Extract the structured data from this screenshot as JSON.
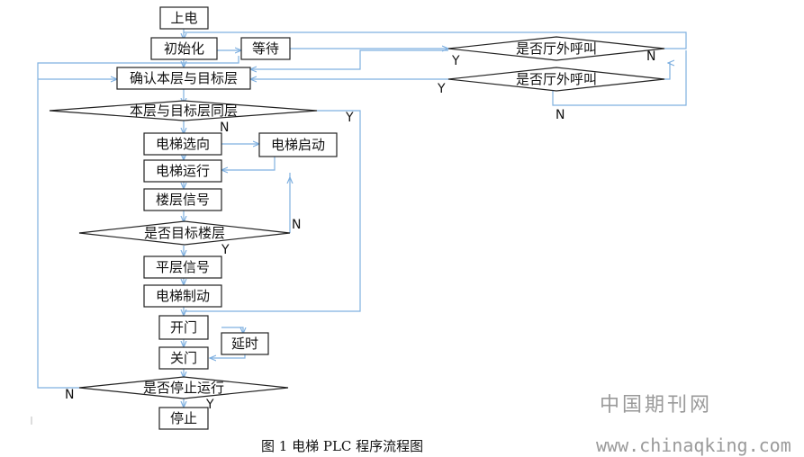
{
  "diagram": {
    "nodes": {
      "power_on": "上电",
      "init": "初始化",
      "wait": "等待",
      "confirm_floor": "确认本层与目标层",
      "same_floor": "本层与目标层同层",
      "hall_call_1": "是否厅外呼叫",
      "hall_call_2": "是否厅外呼叫",
      "select_direction": "电梯选向",
      "start": "电梯启动",
      "running": "电梯运行",
      "floor_signal": "楼层信号",
      "is_target": "是否目标楼层",
      "level_signal": "平层信号",
      "brake": "电梯制动",
      "open_door": "开门",
      "delay": "延时",
      "close_door": "关门",
      "stop_running": "是否停止运行",
      "stop": "停止"
    },
    "branch_labels": {
      "same_floor_yes": "Y",
      "same_floor_no": "N",
      "hall_call_1_yes": "Y",
      "hall_call_1_no": "N",
      "hall_call_2_yes": "Y",
      "hall_call_2_no": "N",
      "is_target_yes": "Y",
      "is_target_no": "N",
      "stop_running_yes": "Y",
      "stop_running_no": "N"
    },
    "caption": "图 1  电梯 PLC 程序流程图"
  },
  "watermark": {
    "line1": "中国期刊网",
    "line2": "www.chinaqking.com"
  }
}
